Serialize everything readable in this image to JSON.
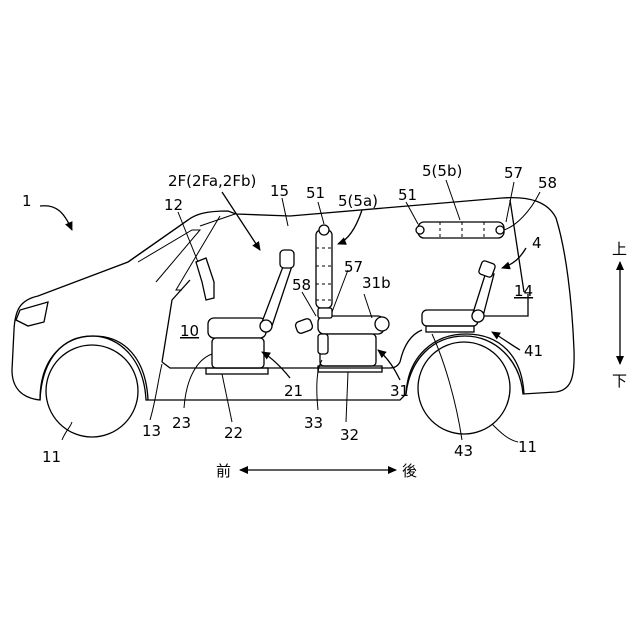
{
  "labels": {
    "n1": "1",
    "n2f": "2F(2Fa,2Fb)",
    "n15": "15",
    "n12": "12",
    "n51a": "51",
    "n5a": "5(5a)",
    "n5b": "5(5b)",
    "n51b": "51",
    "n57a": "57",
    "n58a": "58",
    "n4": "4",
    "n14": "14",
    "n57b": "57",
    "n58b": "58",
    "n31b": "31b",
    "n10": "10",
    "n21": "21",
    "n31": "31",
    "n41": "41",
    "n13": "13",
    "n23": "23",
    "n22": "22",
    "n33": "33",
    "n32": "32",
    "n43": "43",
    "n11a": "11",
    "n11b": "11",
    "front": "前",
    "rear": "後",
    "up": "上",
    "down": "下"
  }
}
